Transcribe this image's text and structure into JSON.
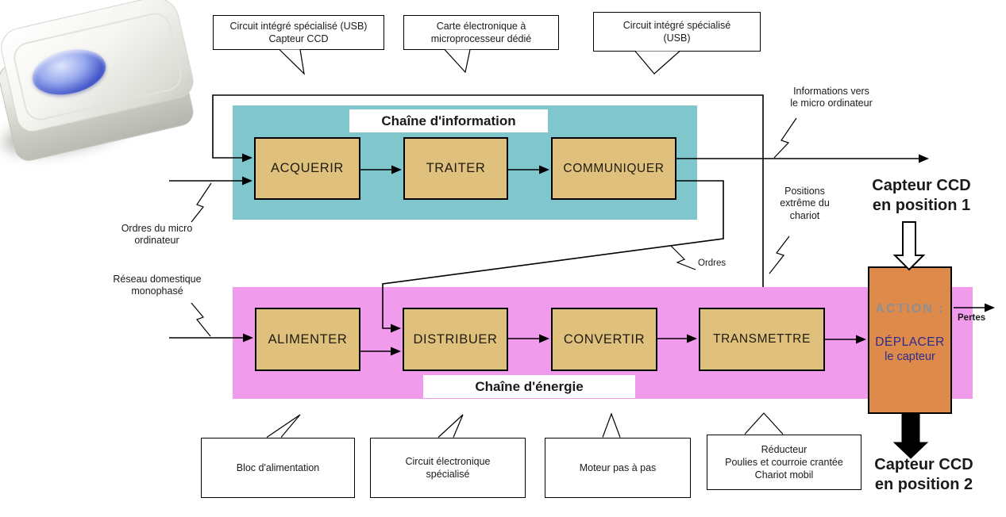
{
  "info_chain": {
    "title": "Chaîne d'information",
    "blocks": [
      "ACQUERIR",
      "TRAITER",
      "COMMUNIQUER"
    ]
  },
  "energy_chain": {
    "title": "Chaîne d'énergie",
    "blocks": [
      "ALIMENTER",
      "DISTRIBUER",
      "CONVERTIR",
      "TRANSMETTRE"
    ]
  },
  "action": {
    "heading": "ACTION :",
    "verb": "DÉPLACER",
    "object": "le capteur"
  },
  "top_callouts": [
    "Circuit intégré spécialisé (USB)\nCapteur CCD",
    "Carte électronique à\nmicroprocesseur dédié",
    "Circuit intégré spécialisé\n(USB)"
  ],
  "bottom_callouts": [
    "Bloc d'alimentation",
    "Circuit électronique\nspécialisé",
    "Moteur pas à pas",
    "Réducteur\nPoulies et courroie crantée\nChariot mobil"
  ],
  "wire_labels": {
    "orders_in": "Ordres du micro\nordinateur",
    "mains": "Réseau domestique\nmonophasé",
    "info_out": "Informations vers\nle micro ordinateur",
    "positions": "Positions\nextrême du\nchariot",
    "orders_mid": "Ordres",
    "losses": "Pertes",
    "sensor_pos1": "Capteur CCD\nen position 1",
    "sensor_pos2": "Capteur CCD\nen position 2"
  },
  "colors": {
    "info_bg": "#7fc6cd",
    "energy_bg": "#f19bec",
    "block_bg": "#dfc17d",
    "action_bg": "#dd8a4a",
    "action_heading": "#8f8f93",
    "action_text": "#2c2c90",
    "button_blue": "#4053c8"
  }
}
